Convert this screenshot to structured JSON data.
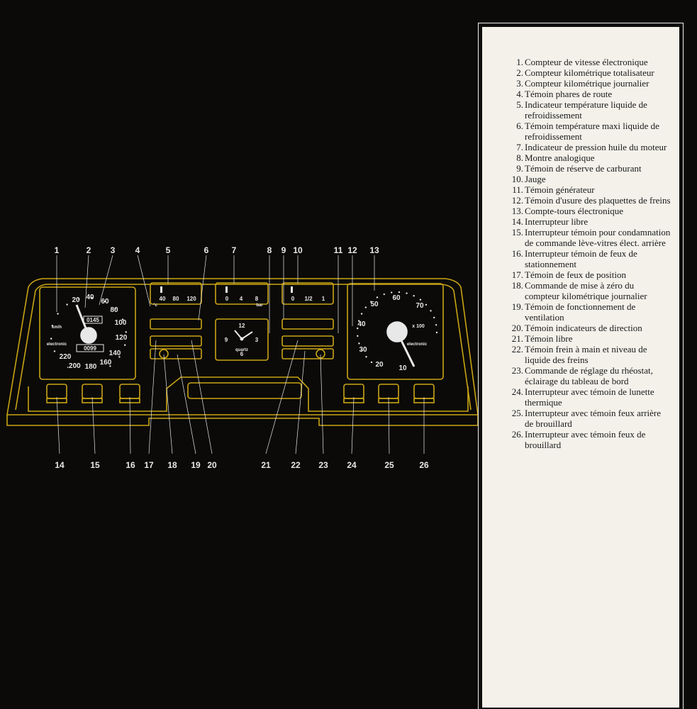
{
  "legend": [
    {
      "num": "1.",
      "text": "Compteur de vitesse électronique"
    },
    {
      "num": "2.",
      "text": "Compteur kilométrique totalisateur"
    },
    {
      "num": "3.",
      "text": "Compteur kilométrique journalier"
    },
    {
      "num": "4.",
      "text": "Témoin phares de route"
    },
    {
      "num": "5.",
      "text": "Indicateur température liquide de refroidissement"
    },
    {
      "num": "6.",
      "text": "Témoin température maxi liquide de refroidissement"
    },
    {
      "num": "7.",
      "text": "Indicateur de pression huile du moteur"
    },
    {
      "num": "8.",
      "text": "Montre analogique"
    },
    {
      "num": "9.",
      "text": "Témoin de réserve de carburant"
    },
    {
      "num": "10.",
      "text": "Jauge"
    },
    {
      "num": "11.",
      "text": "Témoin générateur"
    },
    {
      "num": "12.",
      "text": "Témoin d'usure des plaquettes de freins"
    },
    {
      "num": "13.",
      "text": "Compte-tours électronique"
    },
    {
      "num": "14.",
      "text": "Interrupteur libre"
    },
    {
      "num": "15.",
      "text": "Interrupteur témoin pour condamnation de commande lève-vitres élect. arrière"
    },
    {
      "num": "16.",
      "text": "Interrupteur témoin de feux de stationnement"
    },
    {
      "num": "17.",
      "text": "Témoin de feux de position"
    },
    {
      "num": "18.",
      "text": "Commande de mise à zéro du compteur kilométrique journalier"
    },
    {
      "num": "19.",
      "text": "Témoin de fonctionnement de ventilation"
    },
    {
      "num": "20.",
      "text": "Témoin indicateurs de direction"
    },
    {
      "num": "21.",
      "text": "Témoin libre"
    },
    {
      "num": "22.",
      "text": "Témoin frein à main et niveau de liquide des freins"
    },
    {
      "num": "23.",
      "text": "Commande de réglage du rhéostat, éclairage du tableau de bord"
    },
    {
      "num": "24.",
      "text": "Interrupteur avec témoin de lunette thermique"
    },
    {
      "num": "25.",
      "text": "Interrupteur avec témoin feux arrière de brouillard"
    },
    {
      "num": "26.",
      "text": "Interrupteur avec témoin feux de brouillard"
    }
  ],
  "top_callouts": [
    "1",
    "2",
    "3",
    "4",
    "5",
    "6",
    "7",
    "8",
    "9",
    "10",
    "11",
    "12",
    "13"
  ],
  "bottom_callouts": [
    "14",
    "15",
    "16",
    "17",
    "18",
    "19",
    "20",
    "21",
    "22",
    "23",
    "24",
    "25",
    "26"
  ],
  "speedometer": {
    "ticks": [
      "20",
      "40",
      "60",
      "80",
      "100",
      "120",
      "140",
      "160",
      "180",
      ".200",
      "220"
    ],
    "unit": "km/h",
    "brand": "electronic",
    "odometer": "0145",
    "trip": "0099"
  },
  "temp_gauge": {
    "ticks": [
      "40",
      "80",
      "120"
    ],
    "unit": "°c"
  },
  "oil_gauge": {
    "ticks": [
      "0",
      "4",
      "8"
    ],
    "unit": "bar"
  },
  "fuel_gauge": {
    "ticks": [
      "0",
      "1/2",
      "1"
    ]
  },
  "clock": {
    "numerals": [
      "12",
      "3",
      "6",
      "9"
    ],
    "label": "quartz"
  },
  "tachometer": {
    "ticks": [
      "10",
      "20",
      "30",
      "40",
      "50",
      "60",
      "70"
    ],
    "multiplier": "x 100",
    "brand": "electronic"
  },
  "colors": {
    "outline": "#c9a414",
    "background": "#0b0a08",
    "panel": "#f3f1ea",
    "callout": "#e8e8e8"
  }
}
